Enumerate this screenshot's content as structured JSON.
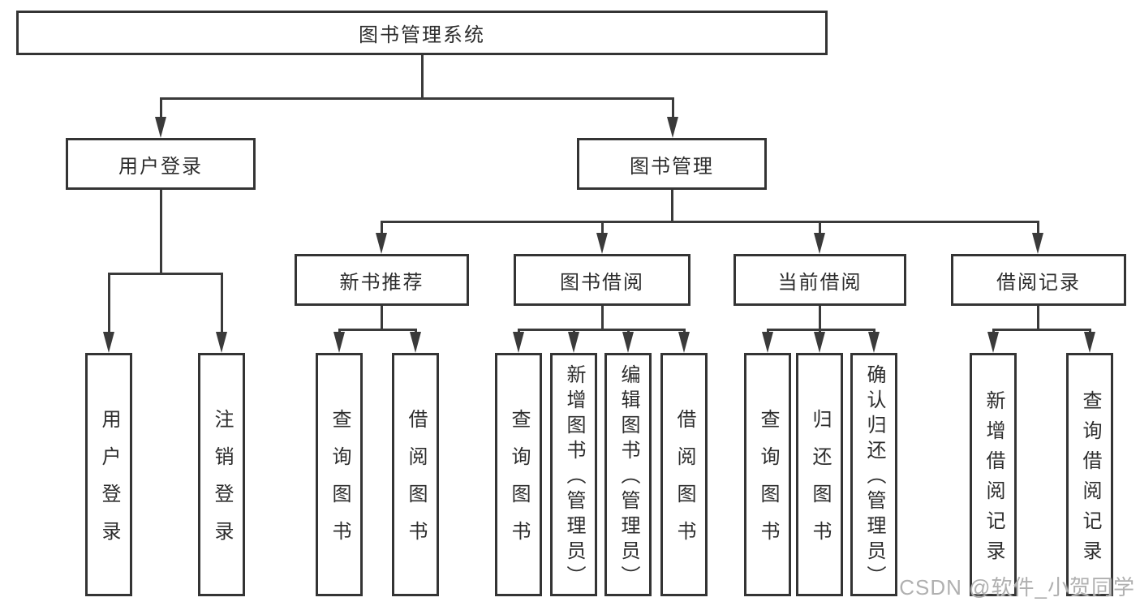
{
  "tree": {
    "root": {
      "label": "图书管理系统"
    },
    "branches": [
      {
        "label": "用户登录",
        "children": [
          {
            "label": "用户登录"
          },
          {
            "label": "注销登录"
          }
        ]
      },
      {
        "label": "图书管理",
        "children": [
          {
            "label": "新书推荐",
            "children": [
              {
                "label": "查询图书"
              },
              {
                "label": "借阅图书"
              }
            ]
          },
          {
            "label": "图书借阅",
            "children": [
              {
                "label": "查询图书"
              },
              {
                "label": "新增图书（管理员）"
              },
              {
                "label": "编辑图书（管理员）"
              },
              {
                "label": "借阅图书"
              }
            ]
          },
          {
            "label": "当前借阅",
            "children": [
              {
                "label": "查询图书"
              },
              {
                "label": "归还图书"
              },
              {
                "label": "确认归还（管理员）"
              }
            ]
          },
          {
            "label": "借阅记录",
            "children": [
              {
                "label": "新增借阅记录"
              },
              {
                "label": "查询借阅记录"
              }
            ]
          }
        ]
      }
    ]
  },
  "watermark": {
    "text": "CSDN @软件_小贺同学"
  },
  "colors": {
    "line": "#3a3a3a",
    "border": "#343434",
    "text": "#2d2d2d",
    "background": "#ffffff",
    "watermark": "#b0b0b0"
  }
}
